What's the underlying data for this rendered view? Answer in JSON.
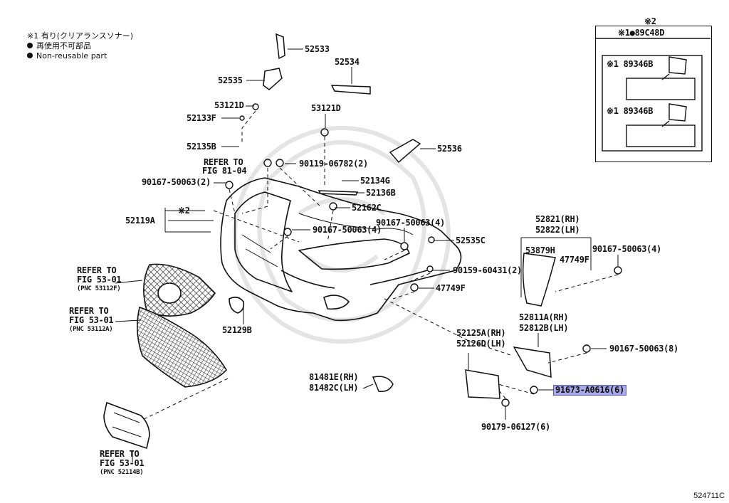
{
  "legend": {
    "note1": "※1 有り(クリアランスソナー)",
    "note2": "再使用不可部品",
    "note3": "Non-reusable part"
  },
  "inset": {
    "title": "※2",
    "head": "※1●89C48D",
    "part_a": "※1 89346B",
    "part_b": "※1 89346B"
  },
  "labels": {
    "p52533": "52533",
    "p52534": "52534",
    "p52535": "52535",
    "p53121d_a": "53121D",
    "p52133f": "52133F",
    "p52135b": "52135B",
    "p53121d_b": "53121D",
    "p52536": "52536",
    "ref81_1": "REFER TO",
    "ref81_2": "FIG 81-04",
    "p90119": "90119-06782(2)",
    "p90167_2": "90167-50063(2)",
    "p52134g": "52134G",
    "p52136b": "52136B",
    "p52162c": "52162C",
    "star2": "※2",
    "p52119a": "52119A",
    "p90167_4a": "90167-50063(4)",
    "p90167_4b": "90167-50063(4)",
    "p52535c": "52535C",
    "p52821": "52821(RH)",
    "p52822": "52822(LH)",
    "p53879h": "53879H",
    "p47749f_a": "47749F",
    "p90167_4c": "90167-50063(4)",
    "p90159": "90159-60431(2)",
    "p47749f_b": "47749F",
    "ref53a_1": "REFER TO",
    "ref53a_2": "FIG 53-01",
    "ref53a_3": "(PNC 53112F)",
    "ref53b_1": "REFER TO",
    "ref53b_2": "FIG 53-01",
    "ref53b_3": "(PNC 53112A)",
    "p52129b": "52129B",
    "p52811a": "52811A(RH)",
    "p52812b": "52812B(LH)",
    "p52125a": "52125A(RH)",
    "p52126d": "52126D(LH)",
    "p90167_8": "90167-50063(8)",
    "p81481e": "81481E(RH)",
    "p81482c": "81482C(LH)",
    "p91673": "91673-A0616(6)",
    "p90179": "90179-06127(6)",
    "ref53c_1": "REFER TO",
    "ref53c_2": "FIG 53-01",
    "ref53c_3": "(PNC 52114B)"
  },
  "figure_id": "524711C",
  "colors": {
    "highlight": "#a9a9e8",
    "line": "#111111"
  }
}
